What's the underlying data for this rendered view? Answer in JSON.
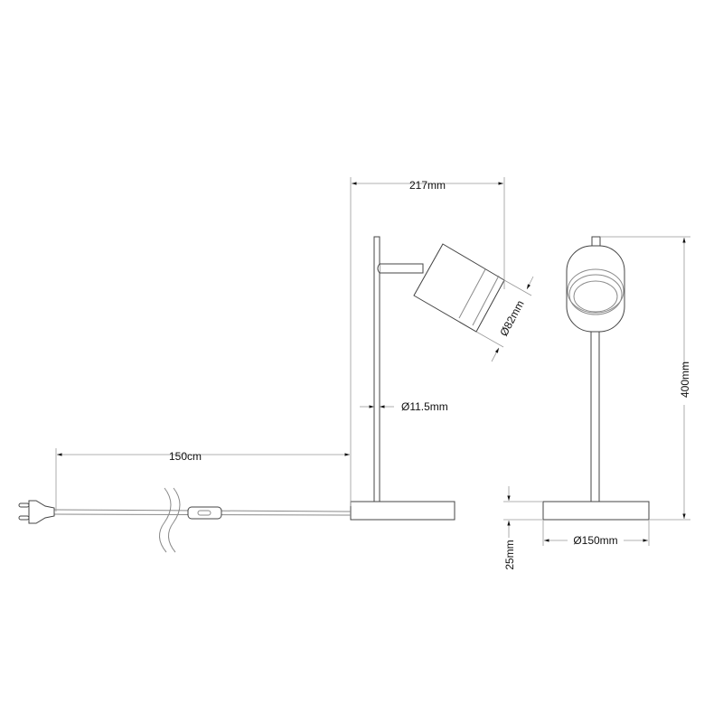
{
  "dimensions": {
    "width_total": "217mm",
    "cable_length": "150cm",
    "stem_diameter": "Ø11.5mm",
    "head_diameter": "Ø82mm",
    "height_total": "400mm",
    "base_height": "25mm",
    "base_diameter": "Ø150mm"
  }
}
